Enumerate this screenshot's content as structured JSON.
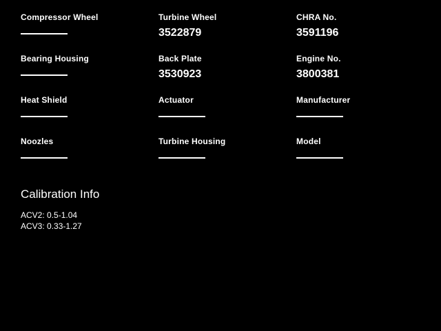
{
  "theme": {
    "background_color": "#000000",
    "text_color": "#ffffff"
  },
  "fields": [
    {
      "label": "Compressor Wheel",
      "value": ""
    },
    {
      "label": "Turbine Wheel",
      "value": "3522879"
    },
    {
      "label": "CHRA No.",
      "value": "3591196"
    },
    {
      "label": "Bearing Housing",
      "value": ""
    },
    {
      "label": "Back Plate",
      "value": "3530923"
    },
    {
      "label": "Engine No.",
      "value": "3800381"
    },
    {
      "label": "Heat Shield",
      "value": ""
    },
    {
      "label": "Actuator",
      "value": ""
    },
    {
      "label": "Manufacturer",
      "value": ""
    },
    {
      "label": "Noozles",
      "value": ""
    },
    {
      "label": "Turbine Housing",
      "value": ""
    },
    {
      "label": "Model",
      "value": ""
    }
  ],
  "calibration": {
    "title": "Calibration Info",
    "lines": [
      "ACV2: 0.5-1.04",
      "ACV3: 0.33-1.27"
    ]
  }
}
